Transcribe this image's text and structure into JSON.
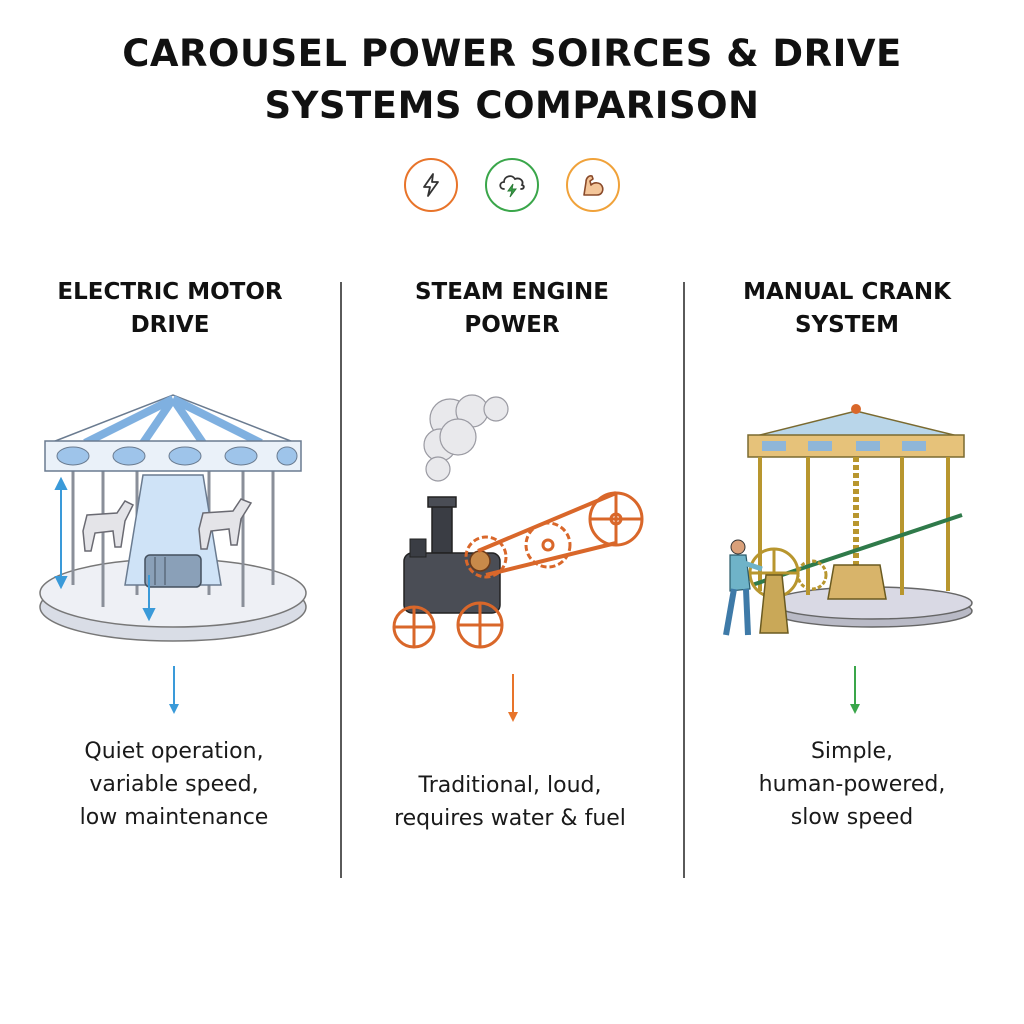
{
  "title": {
    "line1": "CAROUSEL POWER SOIRCES & DRIVE",
    "line2": "SYSTEMS COMPARISON"
  },
  "header_icons": [
    {
      "name": "lightning-bolt-icon",
      "color": "#e8742a"
    },
    {
      "name": "cloud-lightning-icon",
      "color": "#3aa64a"
    },
    {
      "name": "flexed-arm-icon",
      "color": "#f0a23a"
    }
  ],
  "columns": [
    {
      "title_line1": "ELECTRIC MOTOR",
      "title_line2": "DRIVE",
      "illustration": "electric-carousel-illustration",
      "arrow_color": "#3a9ad9",
      "desc_line1": "Quiet operation,",
      "desc_line2": "variable speed,",
      "desc_line3": "low maintenance"
    },
    {
      "title_line1": "STEAM ENGINE",
      "title_line2": "POWER",
      "illustration": "steam-engine-illustration",
      "arrow_color": "#e8742a",
      "desc_line1": "Traditional, loud,",
      "desc_line2": "requires water & fuel"
    },
    {
      "title_line1": "MANUAL CRANK",
      "title_line2": "SYSTEM",
      "illustration": "manual-crank-carousel-illustration",
      "arrow_color": "#3aa64a",
      "desc_line1": "Simple,",
      "desc_line2": "human-powered,",
      "desc_line3": "slow speed"
    }
  ]
}
